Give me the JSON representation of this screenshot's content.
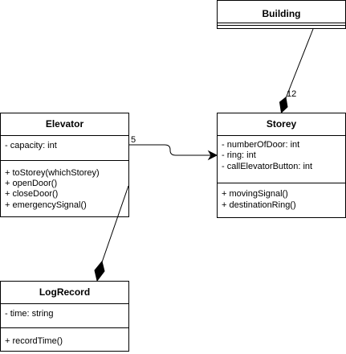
{
  "classes": {
    "building": {
      "name": "Building",
      "attributes": [],
      "operations": []
    },
    "elevator": {
      "name": "Elevator",
      "attributes": [
        "- capacity: int"
      ],
      "operations": [
        "+ toStorey(whichStorey)",
        "+ openDoor()",
        "+ closeDoor()",
        "+ emergencySignal()"
      ]
    },
    "storey": {
      "name": "Storey",
      "attributes": [
        "- numberOfDoor: int",
        "- ring: int",
        "- callElevatorButton: int"
      ],
      "operations": [
        "+ movingSignal()",
        "+ destinationRing()"
      ]
    },
    "logrecord": {
      "name": "LogRecord",
      "attributes": [
        "- time: string"
      ],
      "operations": [
        "+ recordTime()"
      ]
    }
  },
  "associations": {
    "building_storey": {
      "multiplicity": "12"
    },
    "elevator_storey": {
      "multiplicity": "5"
    }
  }
}
